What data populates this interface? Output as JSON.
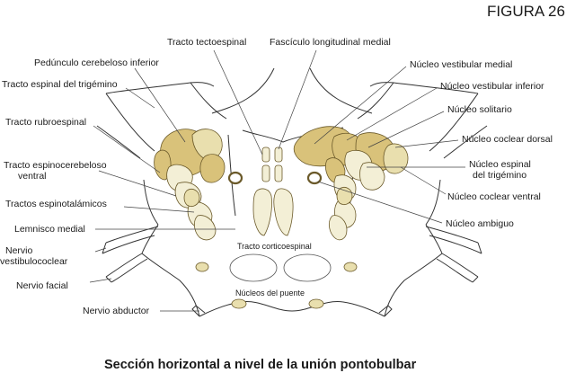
{
  "figure_label": "FIGURA 26",
  "caption": "Sección horizontal a nivel de la unión pontobulbar",
  "labels": {
    "tracto_tectoespinal": "Tracto tectoespinal",
    "fasciculo_longitudinal_medial": "Fascículo longitudinal medial",
    "pedunculo_cerebeloso_inferior": "Pedúnculo cerebeloso inferior",
    "tracto_espinal_trigemino": "Tracto espinal del trigémino",
    "tracto_rubroespinal": "Tracto rubroespinal",
    "tracto_espinocerebeloso_1": "Tracto espinocerebeloso",
    "tracto_espinocerebeloso_2": "ventral",
    "tractos_espinotalamicos": "Tractos espinotalámicos",
    "lemnisco_medial": "Lemnisco medial",
    "nervio_vestibulococlear_1": "Nervio",
    "nervio_vestibulococlear_2": "vestibulococlear",
    "nervio_facial": "Nervio facial",
    "nervio_abductor": "Nervio abductor",
    "nucleo_vestibular_medial": "Núcleo vestibular medial",
    "nucleo_vestibular_inferior": "Núcleo vestibular inferior",
    "nucleo_solitario": "Núcleo solitario",
    "nucleo_coclear_dorsal": "Núcleo coclear dorsal",
    "nucleo_espinal_1": "Núcleo espinal",
    "nucleo_espinal_2": "del trigémino",
    "nucleo_coclear_ventral": "Núcleo coclear ventral",
    "nucleo_ambiguo": "Núcleo ambiguo",
    "tracto_corticoespinal": "Tracto corticoespinal",
    "nucleos_del_puente": "Núcleos del puente"
  }
}
